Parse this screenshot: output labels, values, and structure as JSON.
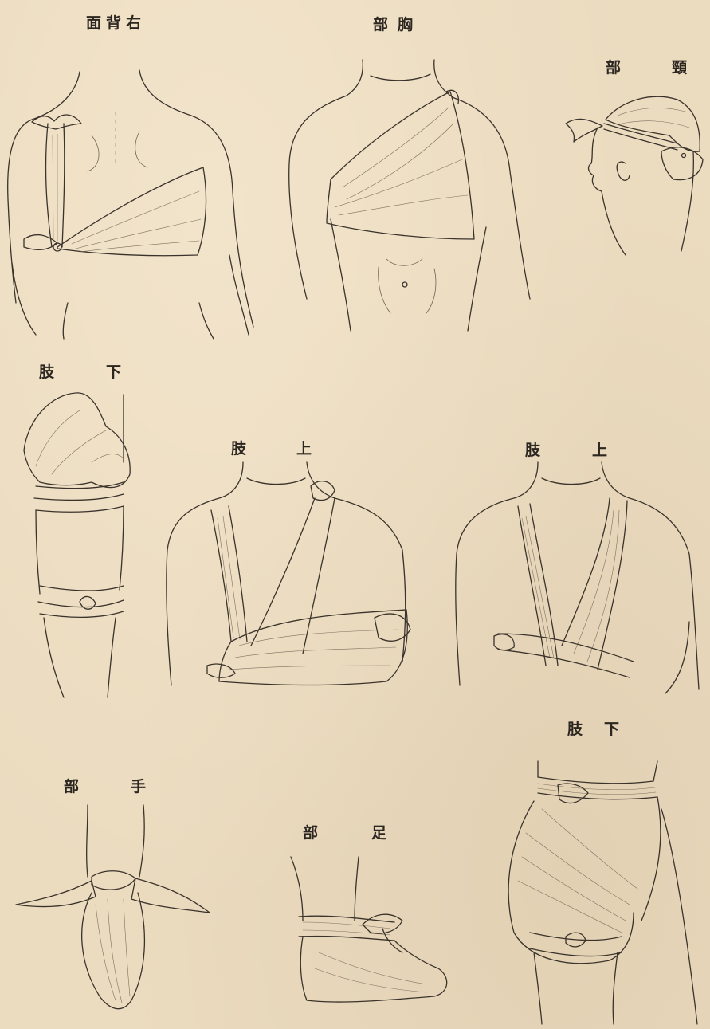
{
  "page": {
    "background_color": "#ebdbbf",
    "ink_color": "#3a332b"
  },
  "labels": {
    "right_back": "面背右",
    "chest": "部胸",
    "neck_top": "部",
    "neck_bottom": "頸",
    "lower_limb_1_a": "肢",
    "lower_limb_1_b": "下",
    "upper_limb_1_a": "肢",
    "upper_limb_1_b": "上",
    "upper_limb_2_a": "肢",
    "upper_limb_2_b": "上",
    "lower_limb_2_a": "肢",
    "lower_limb_2_b": "下",
    "hand_a": "部",
    "hand_b": "手",
    "foot_a": "部",
    "foot_b": "足"
  },
  "figures": [
    {
      "id": "right-back",
      "icon": "bandaged-back-icon"
    },
    {
      "id": "chest",
      "icon": "bandaged-chest-icon"
    },
    {
      "id": "neck",
      "icon": "bandaged-neck-icon"
    },
    {
      "id": "lower-limb-knee",
      "icon": "bandaged-knee-icon"
    },
    {
      "id": "upper-limb-sling-1",
      "icon": "arm-sling-icon"
    },
    {
      "id": "upper-limb-sling-2",
      "icon": "narrow-arm-sling-icon"
    },
    {
      "id": "hand",
      "icon": "bandaged-hand-icon"
    },
    {
      "id": "foot",
      "icon": "bandaged-foot-icon"
    },
    {
      "id": "lower-limb-hip",
      "icon": "bandaged-hip-icon"
    }
  ]
}
